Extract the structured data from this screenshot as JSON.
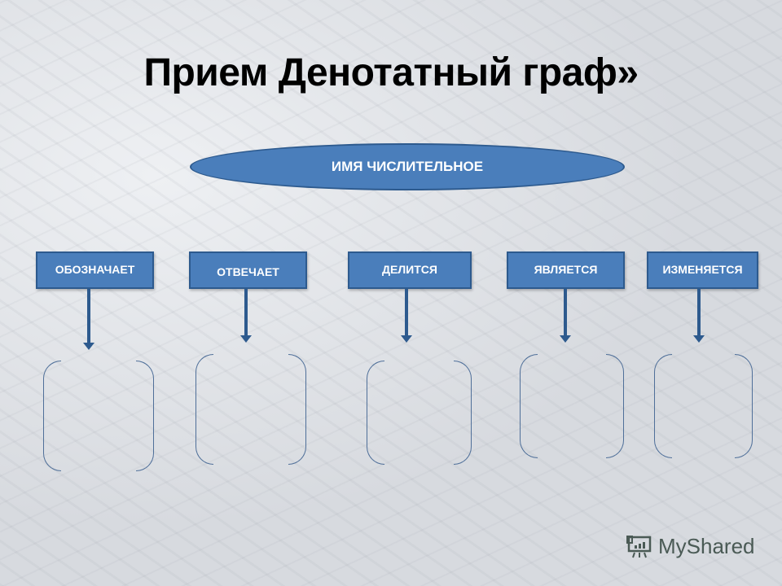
{
  "slide": {
    "title": "Прием Денотатный граф»",
    "root": {
      "label": "ИМЯ ЧИСЛИТЕЛЬНОЕ"
    },
    "branches": [
      {
        "label": "ОБОЗНАЧАЕТ"
      },
      {
        "label": "ОТВЕЧАЕТ"
      },
      {
        "label": "ДЕЛИТСЯ"
      },
      {
        "label": "ЯВЛЯЕТСЯ"
      },
      {
        "label": "ИЗМЕНЯЕТСЯ"
      }
    ],
    "colors": {
      "shape_fill": "#4a7ebb",
      "shape_border": "#2d5a8e",
      "text": "#ffffff",
      "bracket": "#4f6f99"
    }
  },
  "watermark": {
    "icon": "presentation-board-icon",
    "text": "MyShared"
  }
}
